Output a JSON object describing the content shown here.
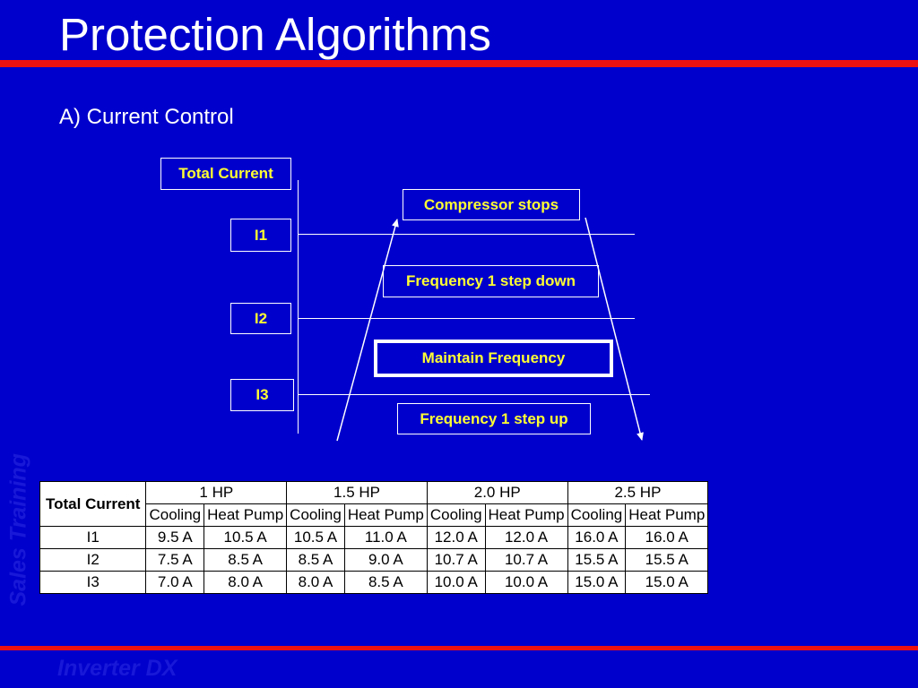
{
  "slide": {
    "title": "Protection Algorithms",
    "subtitle": "A) Current Control"
  },
  "diagram": {
    "axis_label": "Total Current",
    "levels": [
      "I1",
      "I2",
      "I3"
    ],
    "zones": [
      "Compressor stops",
      "Frequency 1 step down",
      "Maintain Frequency",
      "Frequency 1 step up"
    ]
  },
  "table": {
    "corner_header": "Total Current",
    "groups": [
      "1 HP",
      "1.5 HP",
      "2.0 HP",
      "2.5 HP"
    ],
    "modes": [
      "Cooling",
      "Heat Pump"
    ],
    "rows": [
      {
        "label": "I1",
        "values": [
          "9.5 A",
          "10.5 A",
          "10.5 A",
          "11.0 A",
          "12.0 A",
          "12.0 A",
          "16.0 A",
          "16.0 A"
        ]
      },
      {
        "label": "I2",
        "values": [
          "7.5 A",
          "8.5 A",
          "8.5 A",
          "9.0 A",
          "10.7 A",
          "10.7 A",
          "15.5 A",
          "15.5 A"
        ]
      },
      {
        "label": "I3",
        "values": [
          "7.0 A",
          "8.0 A",
          "8.0 A",
          "8.5 A",
          "10.0 A",
          "10.0 A",
          "15.0 A",
          "15.0 A"
        ]
      }
    ]
  },
  "watermarks": {
    "side": "Sales Training",
    "footer": "Inverter DX"
  },
  "colors": {
    "background": "#0000cc",
    "accent_bar": "#ee1111",
    "label_text": "#ffff33"
  }
}
